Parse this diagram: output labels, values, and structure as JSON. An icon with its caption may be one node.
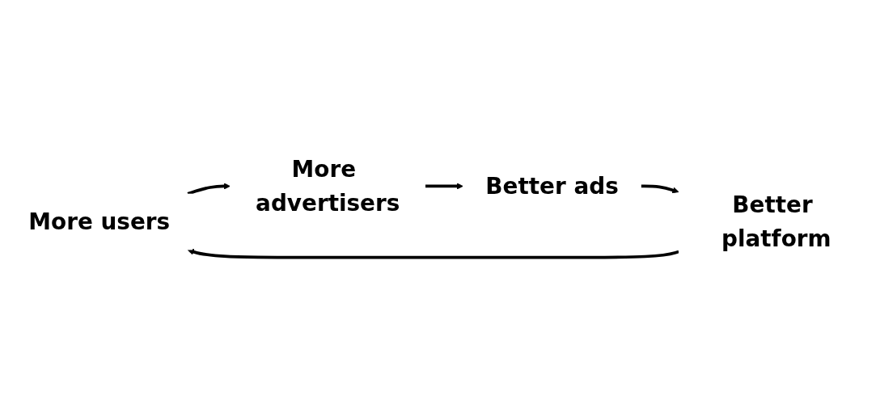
{
  "diagram": {
    "nodes": [
      {
        "text": [
          "More users"
        ]
      },
      {
        "text": [
          "More advertisers"
        ]
      },
      {
        "text": [
          "Better ads"
        ]
      },
      {
        "text": [
          "Better platform"
        ]
      }
    ],
    "edges": [
      {
        "from": 0,
        "to": 1,
        "arrow": "to"
      },
      {
        "from": 1,
        "to": 2,
        "arrow": "to"
      },
      {
        "from": 2,
        "to": 3,
        "arrow": "to"
      },
      {
        "from": 3,
        "to": 0,
        "arrow": "to"
      }
    ]
  }
}
